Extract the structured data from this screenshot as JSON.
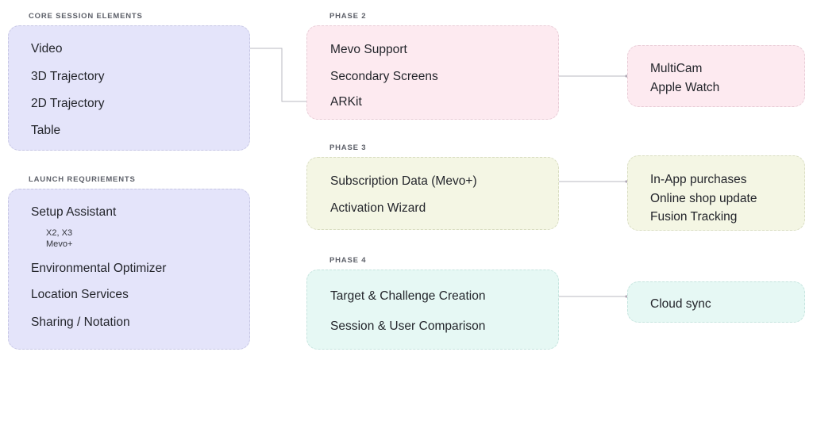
{
  "sections": {
    "core": {
      "caption": "CORE SESSION ELEMENTS",
      "items": [
        {
          "label": "Video"
        },
        {
          "label": "3D Trajectory"
        },
        {
          "label": "2D Trajectory"
        },
        {
          "label": "Table"
        }
      ]
    },
    "launch": {
      "caption": "LAUNCH REQURIEMENTS",
      "items": [
        {
          "label": "Setup Assistant"
        },
        {
          "label": "Environmental Optimizer"
        },
        {
          "label": "Location Services"
        },
        {
          "label": "Sharing / Notation"
        }
      ],
      "sub_lines": [
        "X2, X3",
        "Mevo+"
      ]
    },
    "phase2": {
      "caption": "PHASE 2",
      "items": [
        {
          "label": "Mevo Support"
        },
        {
          "label": "Secondary Screens"
        },
        {
          "label": "ARKit"
        }
      ],
      "detail_lines": [
        "MultiCam",
        "Apple Watch"
      ]
    },
    "phase3": {
      "caption": "PHASE 3",
      "items": [
        {
          "label": "Subscription Data (Mevo+)"
        },
        {
          "label": "Activation Wizard"
        }
      ],
      "detail_lines": [
        "In-App purchases",
        "Online shop update",
        "Fusion Tracking"
      ]
    },
    "phase4": {
      "caption": "PHASE 4",
      "items": [
        {
          "label": "Target & Challenge Creation"
        },
        {
          "label": "Session & User Comparison"
        }
      ],
      "detail_lines": [
        "Cloud sync"
      ]
    }
  },
  "colors": {
    "lavender": "#e4e4fa",
    "pink": "#fdeaf0",
    "olive": "#f4f6e4",
    "mint": "#e6f8f4",
    "connector": "#b9b9c2",
    "caption_text": "#5d6069",
    "body_text": "#23252b",
    "background": "#ffffff"
  }
}
